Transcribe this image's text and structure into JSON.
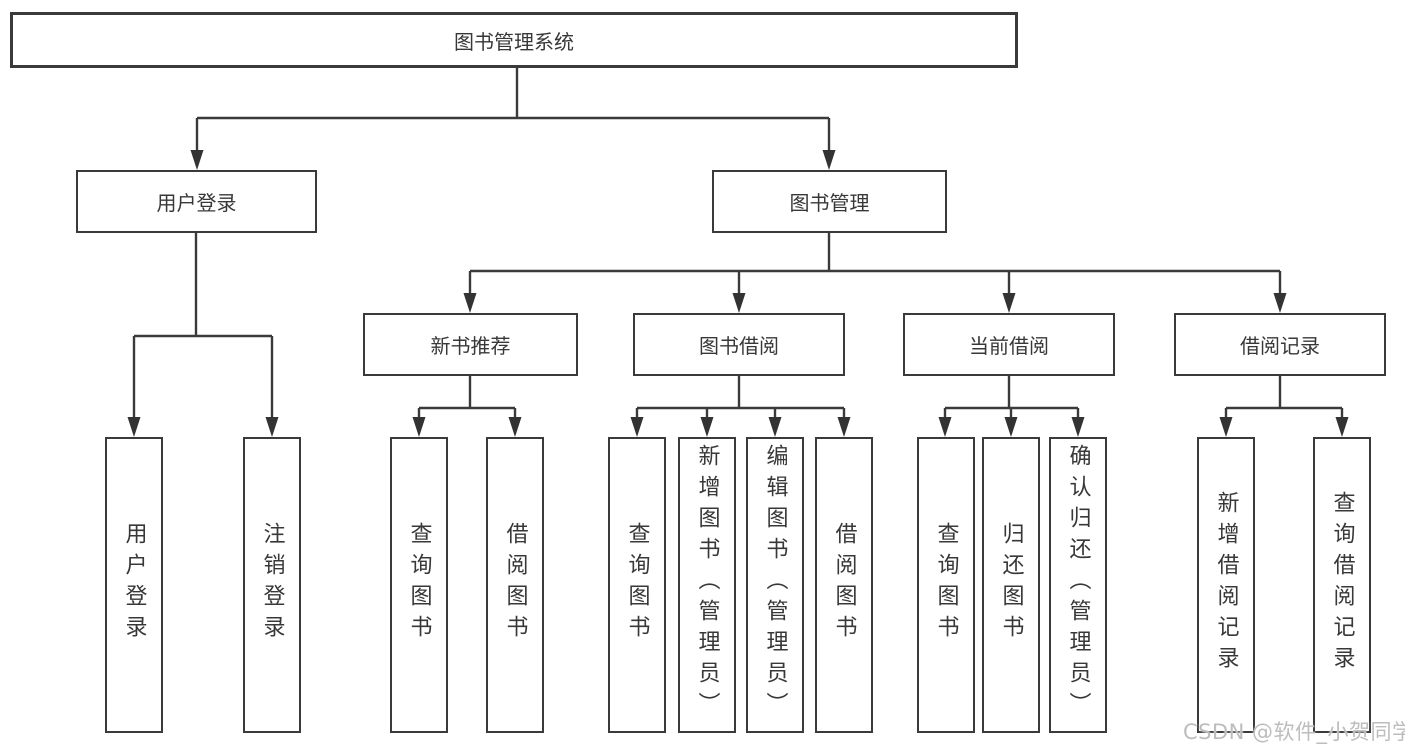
{
  "diagram_title": "图书管理系统",
  "colors": {
    "line": "#3a3a3a",
    "text": "#383838",
    "background": "#ffffff",
    "watermark": "#bdbdbd"
  },
  "tree": {
    "root": {
      "label": "图书管理系统",
      "children": [
        {
          "label": "用户登录",
          "children": [
            {
              "label": "用户登录"
            },
            {
              "label": "注销登录"
            }
          ]
        },
        {
          "label": "图书管理",
          "children": [
            {
              "label": "新书推荐",
              "children": [
                {
                  "label": "查询图书"
                },
                {
                  "label": "借阅图书"
                }
              ]
            },
            {
              "label": "图书借阅",
              "children": [
                {
                  "label": "查询图书"
                },
                {
                  "label": "新增图书（管理员）"
                },
                {
                  "label": "编辑图书（管理员）"
                },
                {
                  "label": "借阅图书"
                }
              ]
            },
            {
              "label": "当前借阅",
              "children": [
                {
                  "label": "查询图书"
                },
                {
                  "label": "归还图书"
                },
                {
                  "label": "确认归还（管理员）"
                }
              ]
            },
            {
              "label": "借阅记录",
              "children": [
                {
                  "label": "新增借阅记录"
                },
                {
                  "label": "查询借阅记录"
                }
              ]
            }
          ]
        }
      ]
    }
  },
  "watermark": {
    "text": "CSDN @软件_小贺同学"
  }
}
